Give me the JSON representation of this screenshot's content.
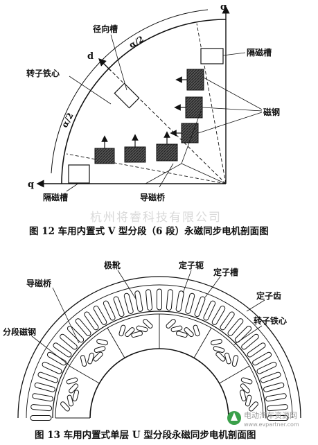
{
  "figure12": {
    "caption": "图 12 车用内置式 V 型分段（6 段）永磁同步电机剖面图",
    "labels": {
      "radial_slot": "径向槽",
      "flux_barrier_top": "隔磁槽",
      "rotor_core": "转子铁心",
      "magnet": "磁钢",
      "flux_barrier_bottom": "隔磁槽",
      "magnetic_bridge": "导磁桥",
      "axis_q_top": "q",
      "axis_q_left": "q",
      "axis_d": "d",
      "angle_top": "α/2",
      "angle_left": "α/2"
    }
  },
  "watermark": "杭州将睿科技有限公司",
  "figure13": {
    "caption": "图 13 车用内置式单层 U 型分段永磁同步电机剖面图",
    "labels": {
      "pole_shoe": "极靴",
      "stator_yoke": "定子轭",
      "stator_slot": "定子槽",
      "stator_tooth": "定子齿",
      "rotor_core": "转子铁心",
      "magnetic_bridge": "导磁桥",
      "segmented_magnet": "分段磁钢"
    }
  },
  "corner_logo": {
    "text": "电动汽车资源网",
    "url": "www.evpartner.com"
  }
}
